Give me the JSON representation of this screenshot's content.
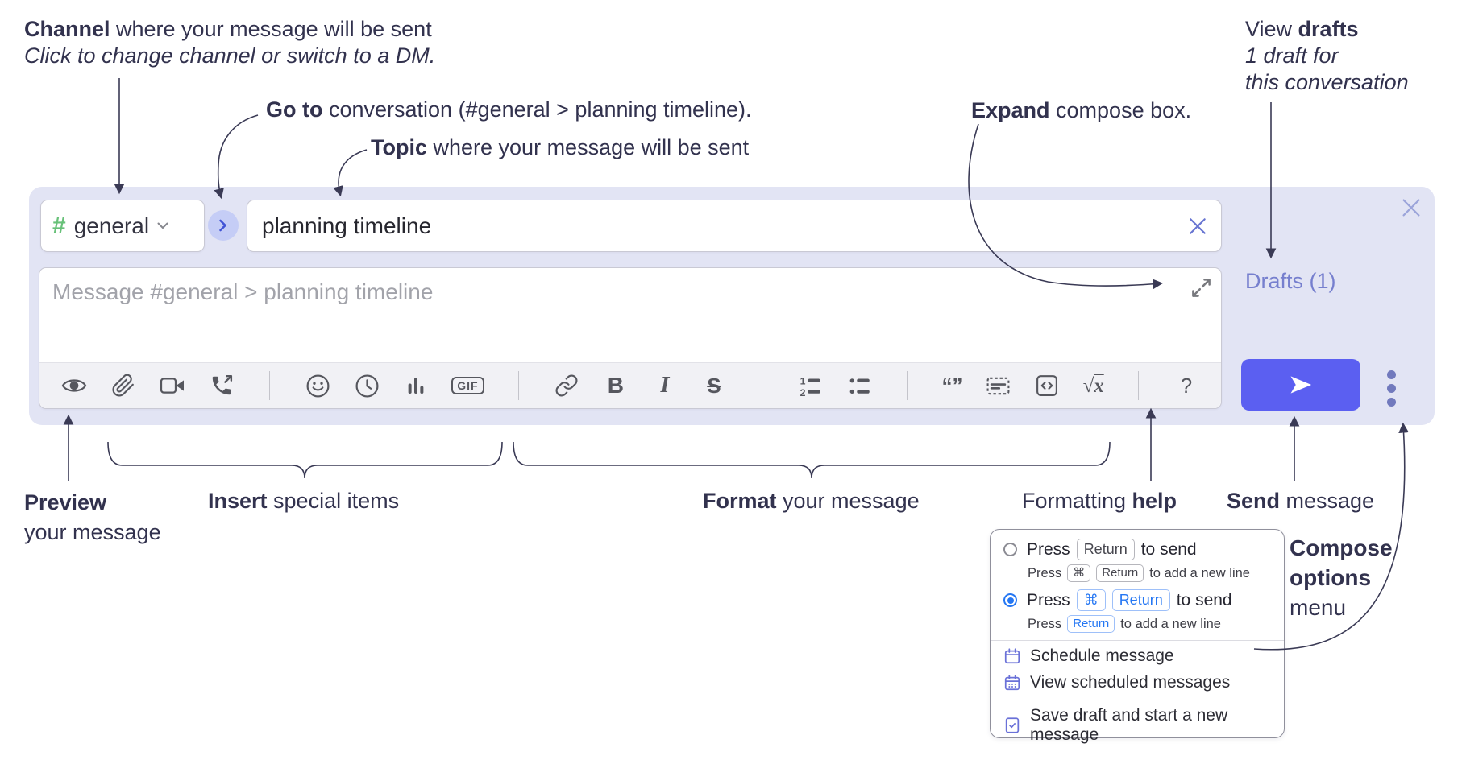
{
  "colors": {
    "accent_send_button": "#5b5ff1",
    "compose_container_bg": "#e2e4f4",
    "channel_hash_green": "#68c179",
    "drafts_link_purple": "#767fce",
    "radio_selected_blue": "#2577f3",
    "menu_icon_purple": "#6a71d8",
    "annotation_text": "#32324e"
  },
  "annotations": {
    "channel": {
      "bold": "Channel",
      "rest": " where your message will be sent",
      "sub": "Click to change channel or switch to a DM."
    },
    "go_to": {
      "bold": "Go to",
      "rest": " conversation (#general > planning timeline)."
    },
    "topic": {
      "bold": "Topic",
      "rest": " where your message will be sent"
    },
    "expand": {
      "bold": "Expand",
      "rest": " compose box."
    },
    "view_drafts": {
      "pre": "View ",
      "bold": "drafts",
      "sub1": "1 draft for",
      "sub2": "this conversation"
    },
    "preview": {
      "bold": "Preview",
      "rest": "your message"
    },
    "insert": {
      "bold": "Insert",
      "rest": " special items"
    },
    "format": {
      "bold": "Format",
      "rest": " your message"
    },
    "formatting_help": {
      "pre": "Formatting ",
      "bold": "help"
    },
    "send": {
      "bold": "Send",
      "rest": " message"
    },
    "compose_options": {
      "line1": "Compose",
      "line2": "options",
      "line3": "menu"
    }
  },
  "compose": {
    "channel": {
      "hash": "#",
      "name": "general"
    },
    "topic_value": "planning timeline",
    "message_placeholder": "Message #general > planning timeline",
    "drafts_link": "Drafts (1)",
    "toolbar": {
      "gif": "GIF",
      "bold": "B",
      "italic": "I",
      "strike": "S",
      "math_radical": "√",
      "math_x": "x",
      "help": "?"
    }
  },
  "options_menu": {
    "opt1": {
      "press": "Press",
      "key1": "Return",
      "after": "to send"
    },
    "opt1_sub": {
      "press": "Press",
      "key1": "⌘",
      "key2": "Return",
      "after": "to add a new line"
    },
    "opt2": {
      "press": "Press",
      "key1": "⌘",
      "key2": "Return",
      "after": "to send"
    },
    "opt2_sub": {
      "press": "Press",
      "key1": "Return",
      "after": "to add a new line"
    },
    "items": [
      {
        "label": "Schedule message"
      },
      {
        "label": "View scheduled messages"
      },
      {
        "label": "Save draft and start a new message"
      }
    ]
  }
}
